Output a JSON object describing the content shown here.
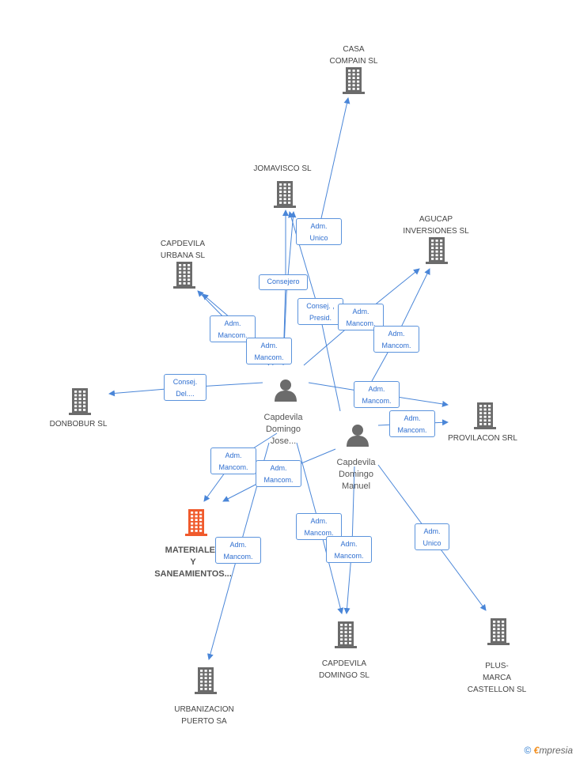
{
  "colors": {
    "edge": "#4a86d8",
    "company": "#6b6b6b",
    "focus": "#f05a2c",
    "person": "#6b6b6b"
  },
  "companies": [
    {
      "id": "casa",
      "label": "CASA\nCOMPAIN SL"
    },
    {
      "id": "jomavisco",
      "label": "JOMAVISCO SL"
    },
    {
      "id": "agucap",
      "label": "AGUCAP\nINVERSIONES SL"
    },
    {
      "id": "urbana",
      "label": "CAPDEVILA\nURBANA SL"
    },
    {
      "id": "donbobur",
      "label": "DONBOBUR SL"
    },
    {
      "id": "provilacon",
      "label": "PROVILACON SRL"
    },
    {
      "id": "materiales",
      "label": "MATERIALES\nY\nSANEAMIENTOS...",
      "focus": true
    },
    {
      "id": "urbanizacion",
      "label": "URBANIZACION\nPUERTO SA"
    },
    {
      "id": "domingo",
      "label": "CAPDEVILA\nDOMINGO SL"
    },
    {
      "id": "plus",
      "label": "PLUS-\nMARCA\nCASTELLON SL"
    }
  ],
  "persons": [
    {
      "id": "jose",
      "label": "Capdevila\nDomingo\nJose..."
    },
    {
      "id": "manuel",
      "label": "Capdevila\nDomingo\nManuel"
    }
  ],
  "relations": [
    {
      "id": "r1",
      "label": "Adm.\nUnico"
    },
    {
      "id": "r2",
      "label": "Consejero"
    },
    {
      "id": "r3",
      "label": "Consej. ,\nPresid."
    },
    {
      "id": "r4",
      "label": "Adm.\nMancom."
    },
    {
      "id": "r5",
      "label": "Adm.\nMancom."
    },
    {
      "id": "r6",
      "label": "Adm.\nMancom."
    },
    {
      "id": "r7",
      "label": "Adm.\nMancom."
    },
    {
      "id": "r8",
      "label": "Consej.\nDel...."
    },
    {
      "id": "r9",
      "label": "Adm.\nMancom."
    },
    {
      "id": "r10",
      "label": "Adm.\nMancom."
    },
    {
      "id": "r11",
      "label": "Adm.\nMancom."
    },
    {
      "id": "r12",
      "label": "Adm.\nMancom."
    },
    {
      "id": "r13",
      "label": "Adm.\nMancom."
    },
    {
      "id": "r14",
      "label": "Adm.\nMancom."
    },
    {
      "id": "r15",
      "label": "Adm.\nMancom."
    },
    {
      "id": "r16",
      "label": "Adm.\nUnico"
    }
  ],
  "footer": {
    "copyright": "©",
    "brand_first": "€",
    "brand_rest": "mpresia"
  }
}
